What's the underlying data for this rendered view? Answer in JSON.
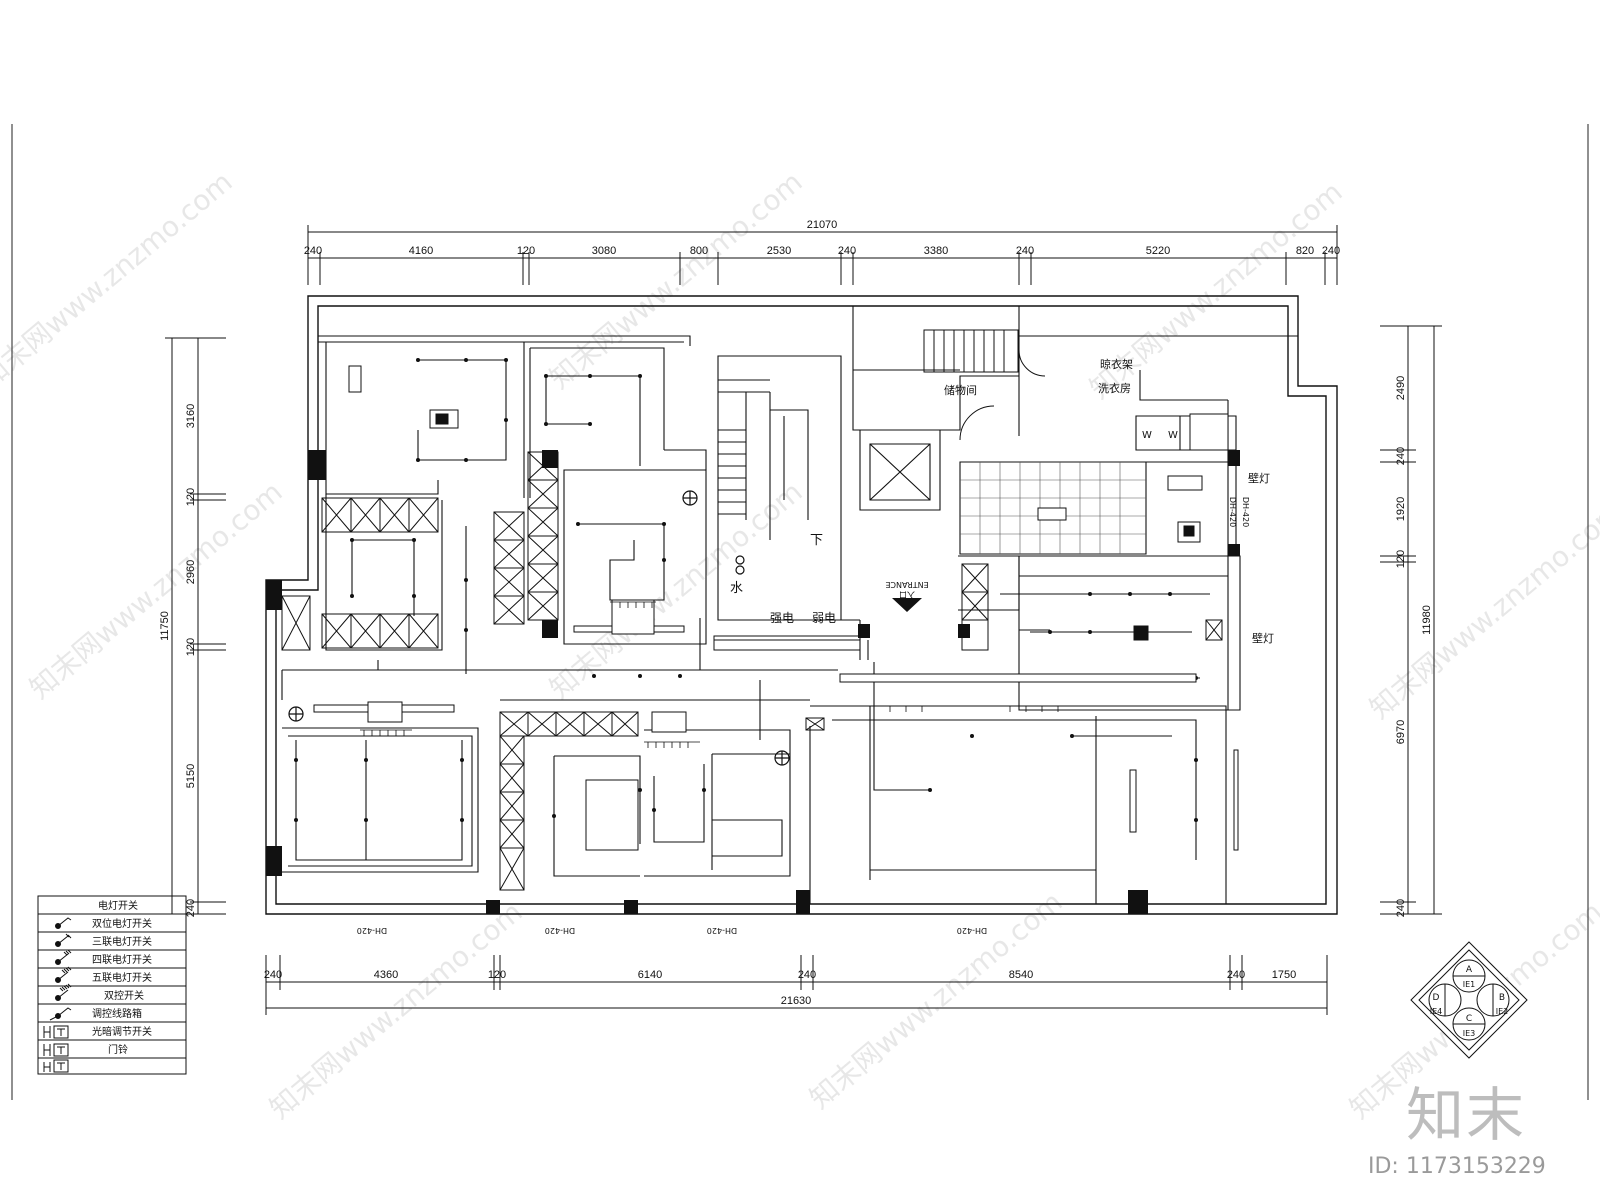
{
  "dimensions": {
    "top_total": "21070",
    "top_segments": [
      "240",
      "4160",
      "120",
      "3080",
      "800",
      "2530",
      "240",
      "3380",
      "240",
      "5220",
      "820",
      "240"
    ],
    "bottom_total": "21630",
    "bottom_segments": [
      "240",
      "4360",
      "120",
      "6140",
      "240",
      "8540",
      "240",
      "1750"
    ],
    "left_total": "11750",
    "left_segments": [
      "3160",
      "120",
      "2960",
      "120",
      "5150",
      "240"
    ],
    "right_total": "11980",
    "right_segments": [
      "2490",
      "240",
      "1920",
      "120",
      "6970",
      "240"
    ]
  },
  "rooms": {
    "storage": "储物间",
    "drying_rack": "晾衣架",
    "laundry": "洗衣房",
    "down": "下",
    "water": "水",
    "strong_power": "强电",
    "weak_power": "弱电",
    "entrance_1": "ENTRANCE",
    "entrance_2": "入口",
    "wall_lamp": "壁灯",
    "washer_1": "W",
    "washer_2": "W"
  },
  "window_tags": [
    "DH-420",
    "DH-420",
    "DH-420",
    "DH-420",
    "DH-420",
    "DH-420"
  ],
  "legend": [
    {
      "symbol": "switch-1-icon",
      "label": "电灯开关"
    },
    {
      "symbol": "switch-2-icon",
      "label": "双位电灯开关"
    },
    {
      "symbol": "switch-3-icon",
      "label": "三联电灯开关"
    },
    {
      "symbol": "switch-4-icon",
      "label": "四联电灯开关"
    },
    {
      "symbol": "switch-5-icon",
      "label": "五联电灯开关"
    },
    {
      "symbol": "switch-dual-icon",
      "label": "双控开关"
    },
    {
      "symbol": "ht-icon",
      "label": "调控线路箱"
    },
    {
      "symbol": "ht-icon",
      "label": "光暗调节开关"
    },
    {
      "symbol": "ht-icon",
      "label": "门铃"
    }
  ],
  "index_symbol": {
    "a": "A",
    "a_sub": "IE1",
    "b": "B",
    "b_sub": "IE2",
    "c": "C",
    "c_sub": "IE3",
    "d": "D",
    "d_sub": "IE4"
  },
  "watermark": "知末网www.znzmo.com",
  "brand": "知末",
  "image_id": "ID: 1173153229"
}
